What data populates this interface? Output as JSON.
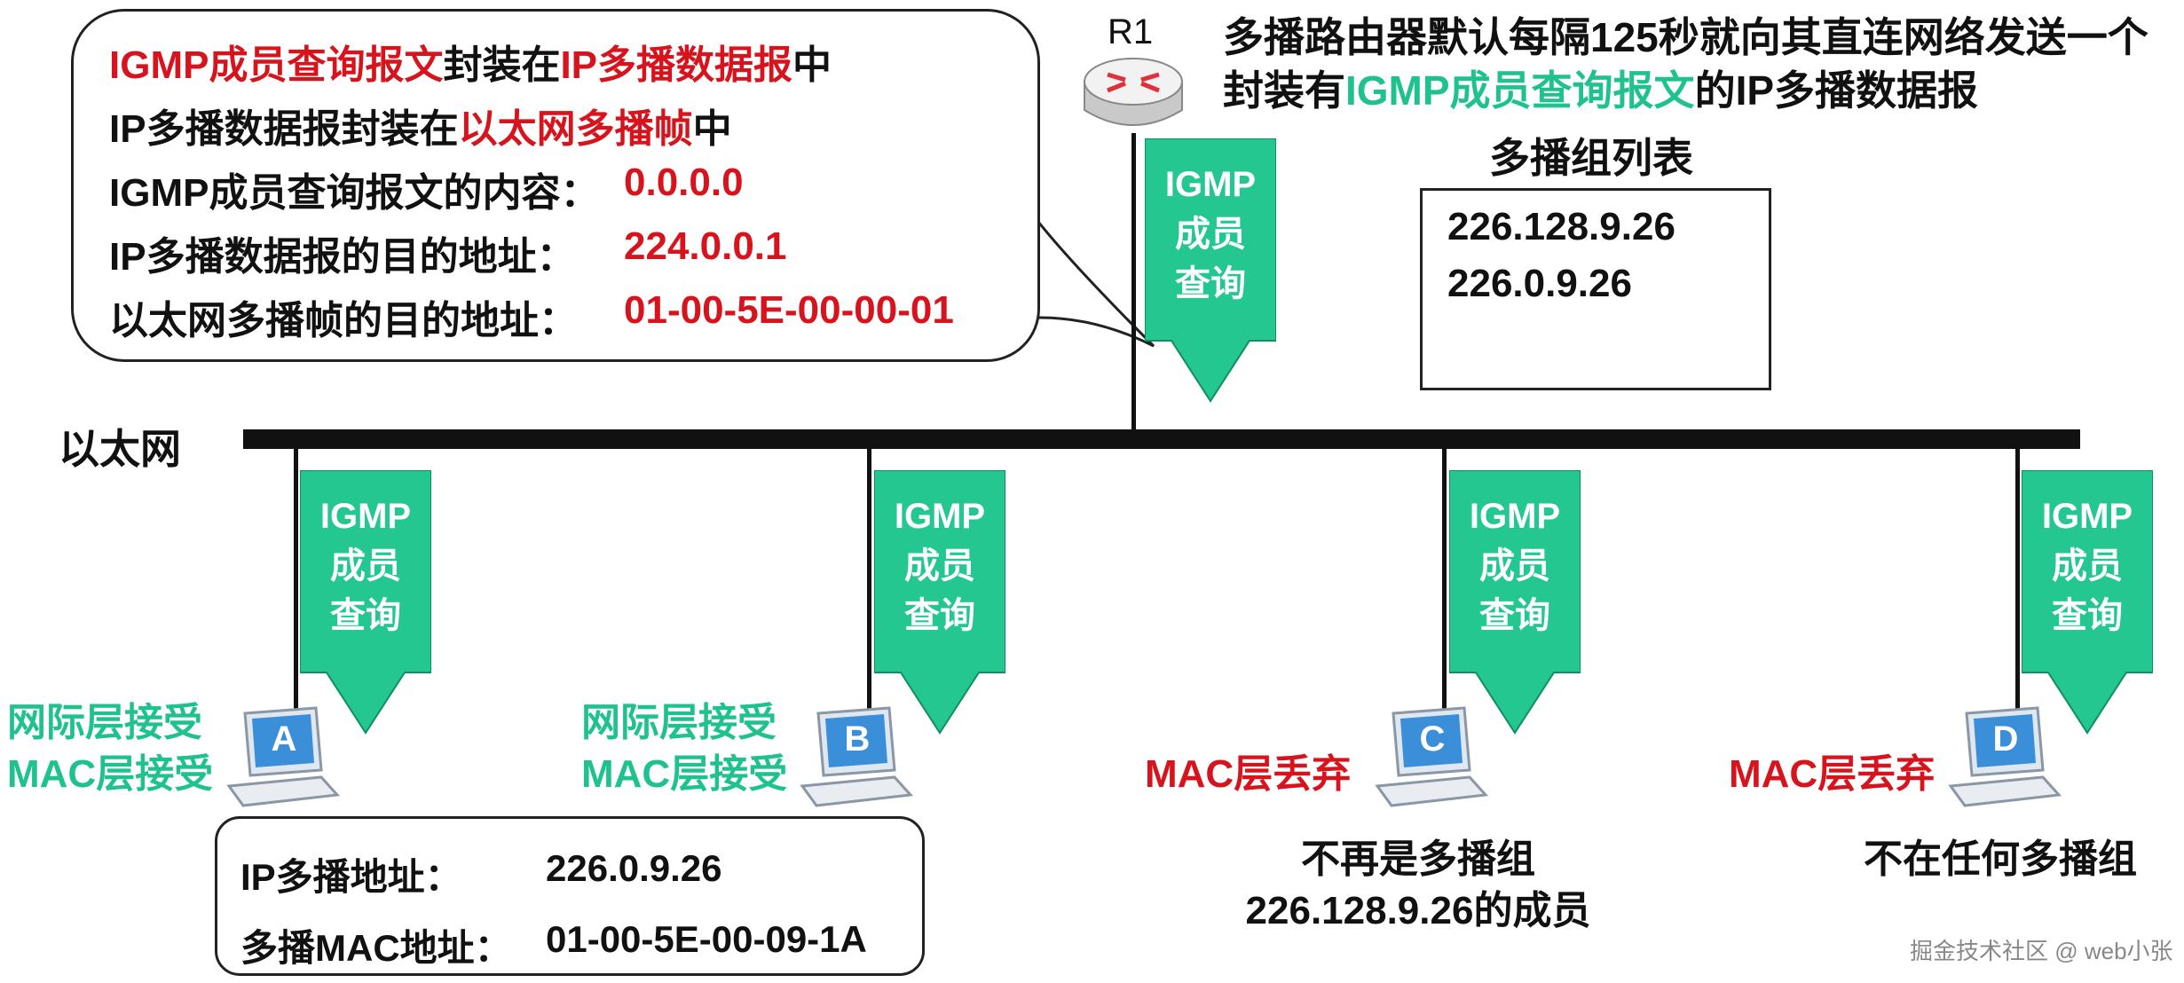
{
  "callout": {
    "line1": {
      "p1": "IGMP成员查询报文",
      "p2": "封装在",
      "p3": "IP多播数据报",
      "p4": "中"
    },
    "line2": {
      "p1": "IP多播数据报封装在",
      "p2": "以太网多播帧",
      "p3": "中"
    },
    "rows": [
      {
        "label": "IGMP成员查询报文的内容：",
        "value": "0.0.0.0"
      },
      {
        "label": "IP多播数据报的目的地址：",
        "value": "224.0.0.1"
      },
      {
        "label": "以太网多播帧的目的地址：",
        "value": "01-00-5E-00-00-01"
      }
    ]
  },
  "router": {
    "label": "R1"
  },
  "header": {
    "line1": "多播路由器默认每隔125秒就向其直连网络发送一个",
    "line2_prefix": "封装有",
    "line2_highlight": "IGMP成员查询报文",
    "line2_suffix": "的IP多播数据报"
  },
  "multicast_group_list": {
    "title": "多播组列表",
    "items": [
      "226.128.9.26",
      "226.0.9.26"
    ]
  },
  "ethernet_label": "以太网",
  "arrow_text": "IGMP\n成员\n查询",
  "hosts": [
    {
      "id": "A",
      "status_lines": [
        "网际层接受",
        "MAC层接受"
      ],
      "status_color": "#1fc28f",
      "note": ""
    },
    {
      "id": "B",
      "status_lines": [
        "网际层接受",
        "MAC层接受"
      ],
      "status_color": "#1fc28f",
      "note": ""
    },
    {
      "id": "C",
      "status_lines": [
        "MAC层丢弃"
      ],
      "status_color": "#d7141e",
      "note": "不再是多播组\n226.128.9.26的成员"
    },
    {
      "id": "D",
      "status_lines": [
        "MAC层丢弃"
      ],
      "status_color": "#d7141e",
      "note": "不在任何多播组"
    }
  ],
  "host_a_info": {
    "rows": [
      {
        "label": "IP多播地址：",
        "value": "226.0.9.26"
      },
      {
        "label": "多播MAC地址：",
        "value": "01-00-5E-00-09-1A"
      }
    ]
  },
  "watermark": "掘金技术社区 @ web小张",
  "colors": {
    "accent_green": "#1fc28f",
    "accent_red": "#d7141e",
    "arrow_fill": "#24c78f"
  }
}
